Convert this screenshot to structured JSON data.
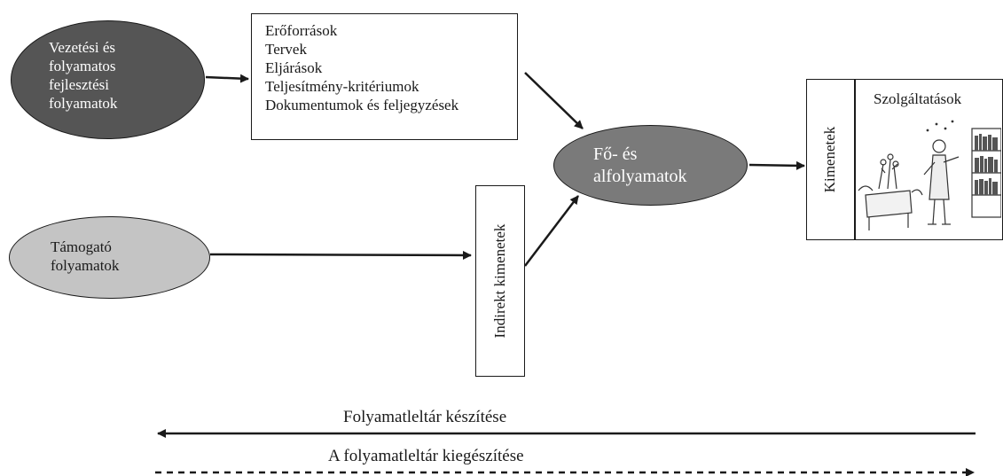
{
  "nodes": {
    "management": {
      "lines": [
        "Vezetési és",
        "folyamatos",
        "fejlesztési",
        "folyamatok"
      ],
      "fill": "#555555"
    },
    "support": {
      "lines": [
        "Támogató",
        "folyamatok"
      ],
      "fill": "#c4c4c4"
    },
    "inputs_box": {
      "lines": [
        "Erőforrások",
        "Tervek",
        "Eljárások",
        "Teljesítmény-kritériumok",
        "Dokumentumok és feljegyzések"
      ]
    },
    "main_process": {
      "lines": [
        "Fő- és",
        "alfolyamatok"
      ],
      "fill": "#7a7a7a"
    },
    "indirect_outputs": {
      "label": "Indirekt kimenetek"
    },
    "outputs": {
      "label": "Kimenetek"
    },
    "services": {
      "label": "Szolgáltatások",
      "illustration": "library-clinic-sketch"
    }
  },
  "bottom": {
    "top_arrow_label": "Folyamatleltár készítése",
    "bottom_arrow_label": "A folyamatleltár kiegészítése"
  }
}
